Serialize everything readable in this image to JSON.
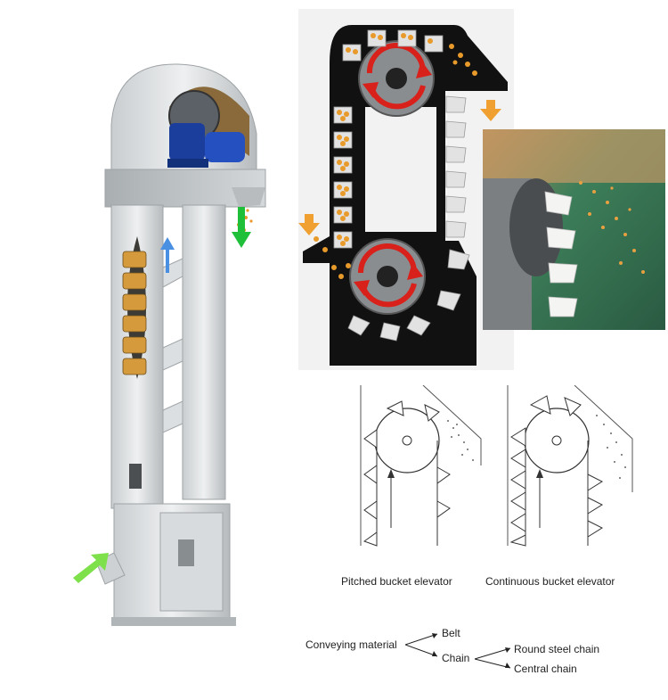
{
  "figure": {
    "left_label": "Pitched bucket elevator",
    "right_label": "Continuous bucket elevator"
  },
  "tree": {
    "root": "Conveying material",
    "belt": "Belt",
    "chain": "Chain",
    "round_steel_chain": "Round steel chain",
    "central_chain": "Central chain"
  },
  "colors": {
    "grain": "#e89a2a",
    "motor": "#1b3e9c",
    "flow_out": "#1fbf3a",
    "flow_in": "#7ee04a",
    "flow_up": "#4a90e2",
    "rotation": "#d8211b",
    "drop": "#f0a030",
    "belt_dark": "#111111"
  }
}
